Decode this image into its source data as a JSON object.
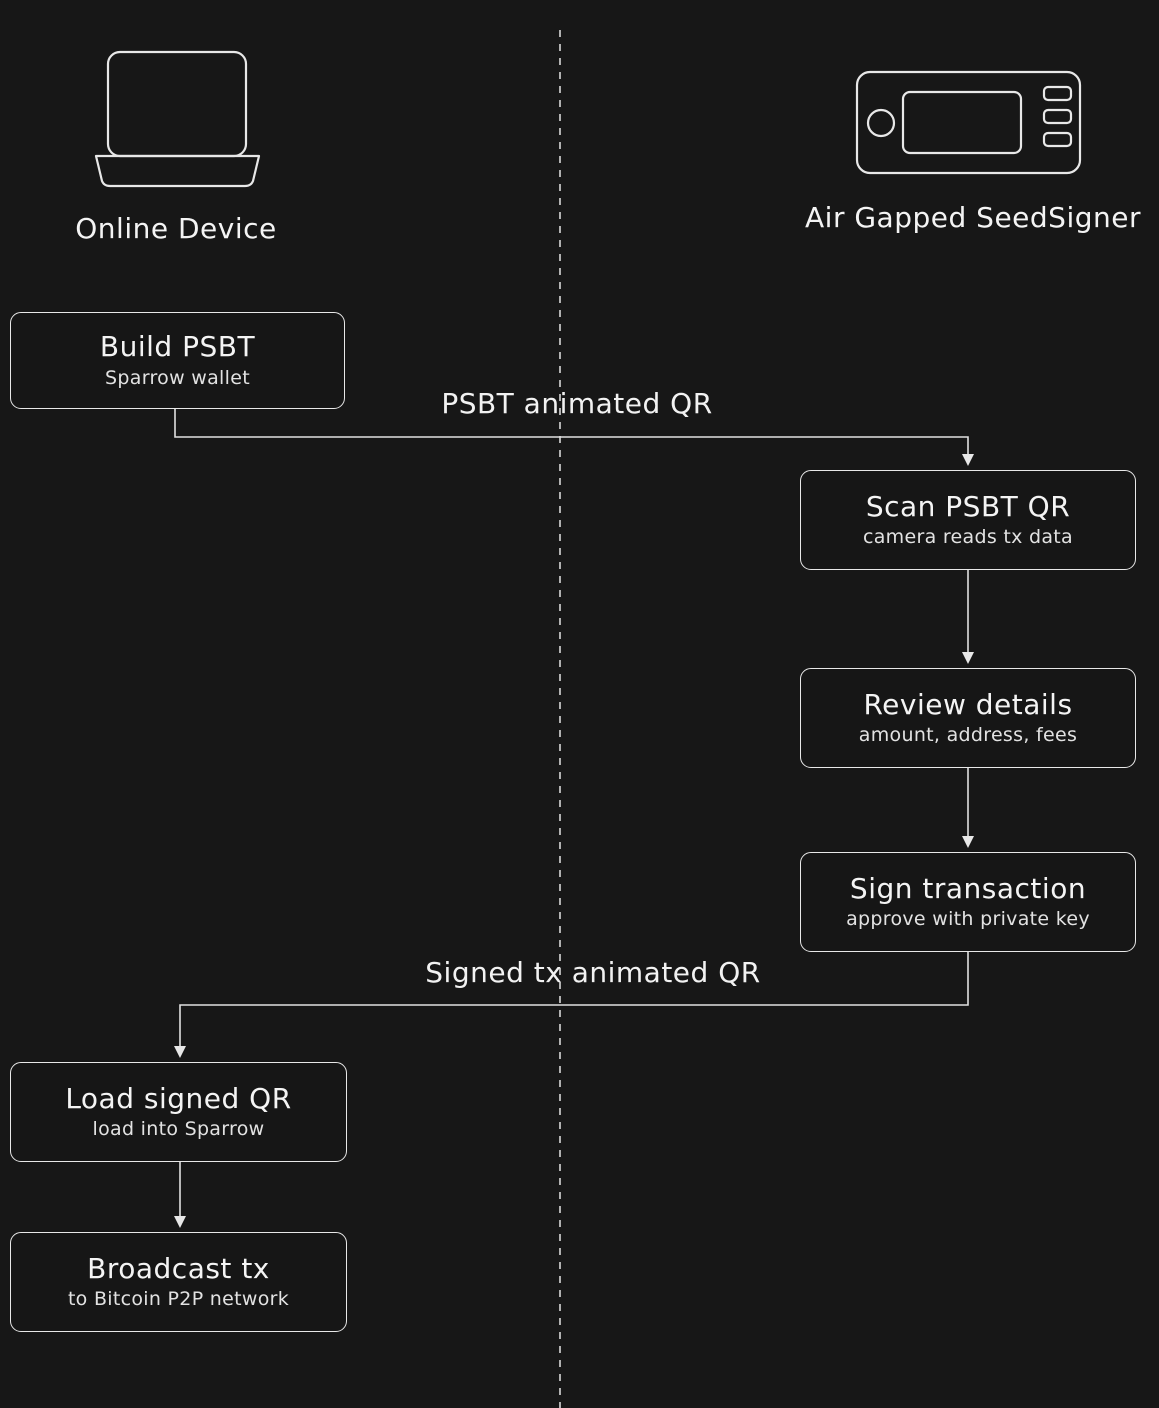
{
  "page": {
    "background_color": "#171717",
    "stroke_color": "#e8e8e8",
    "text_color": "#f2f2f2"
  },
  "actors": {
    "online_device": {
      "label": "Online Device",
      "icon": "laptop-icon"
    },
    "seedsigner": {
      "label": "Air Gapped SeedSigner",
      "icon": "seedsigner-device-icon"
    }
  },
  "nodes": [
    {
      "id": "build-psbt",
      "lane": "online",
      "title": "Build PSBT",
      "subtitle": "Sparrow wallet"
    },
    {
      "id": "scan-psbt-qr",
      "lane": "air-gapped",
      "title": "Scan PSBT QR",
      "subtitle": "camera reads tx data"
    },
    {
      "id": "review-details",
      "lane": "air-gapped",
      "title": "Review details",
      "subtitle": "amount, address, fees"
    },
    {
      "id": "sign-transaction",
      "lane": "air-gapped",
      "title": "Sign transaction",
      "subtitle": "approve with private key"
    },
    {
      "id": "load-signed-qr",
      "lane": "online",
      "title": "Load signed QR",
      "subtitle": "load into Sparrow"
    },
    {
      "id": "broadcast-tx",
      "lane": "online",
      "title": "Broadcast tx",
      "subtitle": "to Bitcoin P2P network"
    }
  ],
  "edges": {
    "psbt_qr_label": "PSBT animated QR",
    "signed_qr_label": "Signed tx animated QR"
  }
}
